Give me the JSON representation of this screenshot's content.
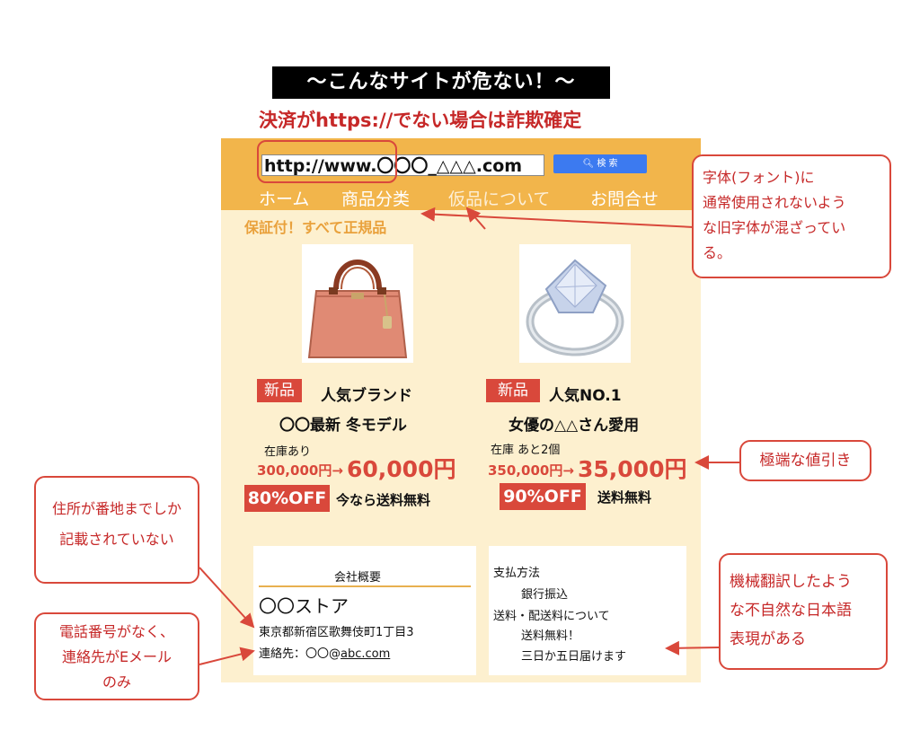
{
  "headline": {
    "banner": "〜こんなサイトが危ない！〜",
    "warning": "決済がhttps://でない場合は詐欺確定"
  },
  "site": {
    "url": "http://www.〇〇〇_△△△.com",
    "search_label": "検 索",
    "nav": [
      "ホーム",
      "商品分类",
      "仮品について",
      "お問合せ"
    ],
    "guarantee": "保証付！すべて正規品",
    "products": [
      {
        "image": "handbag",
        "badge": "新品",
        "name_line1": "人気ブランド",
        "name_line2": "〇〇最新 冬モデル",
        "stock": "在庫あり",
        "price_old": "300,000円→",
        "price_new": "60,000円",
        "discount": "80%OFF",
        "shipping": "今なら送料無料"
      },
      {
        "image": "diamond-ring",
        "badge": "新品",
        "name_line1": "人気NO.1",
        "name_line2": "女優の△△さん愛用",
        "stock": "在庫 あと2個",
        "price_old": "350,000円→",
        "price_new": "35,000円",
        "discount": "90%OFF",
        "shipping": "送料無料"
      }
    ],
    "company": {
      "heading": "会社概要",
      "name": "〇〇ストア",
      "address": "東京都新宿区歌舞伎町1丁目3",
      "contact_label": "連絡先：〇〇@",
      "contact_email": "abc.com"
    },
    "payment": {
      "heading": "支払方法",
      "method": "銀行振込",
      "shipping_heading": "送料・配送料について",
      "shipping_free": "送料無料！",
      "delivery": "三日か五日届けます"
    }
  },
  "callouts": {
    "font": [
      "字体(フォント)に",
      "通常使用されないよう",
      "な旧字体が混ざってい",
      "る。"
    ],
    "discount": "極端な値引き",
    "address": [
      "住所が番地までしか",
      "記載されていない"
    ],
    "phone": [
      "電話番号がなく、",
      "連絡先がEメール",
      "のみ"
    ],
    "translation": [
      "機械翻訳したよう",
      "な不自然な日本語",
      "表現がある"
    ]
  },
  "colors": {
    "accent_red": "#d9483b",
    "header_orange": "#f2b54b",
    "site_bg": "#fdf0cf",
    "search_blue": "#3c7af0"
  }
}
